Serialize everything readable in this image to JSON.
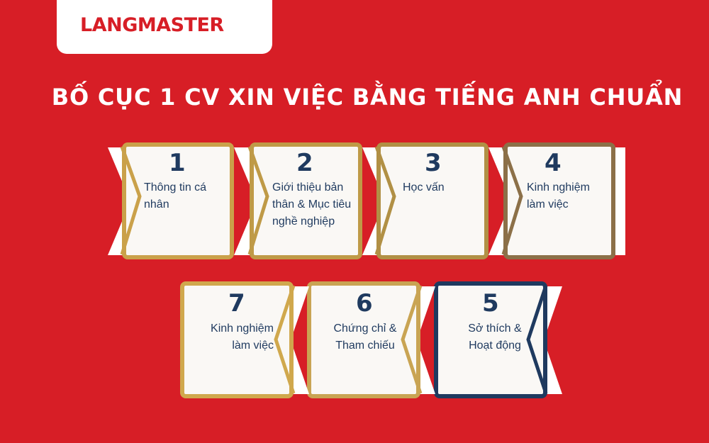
{
  "brand": {
    "logo_text": "LANGMASTER"
  },
  "title": "BỐ CỤC 1 CV XIN VIỆC BẰNG TIẾNG ANH CHUẨN",
  "steps": [
    {
      "number": "1",
      "label": "Thông tin cá nhân",
      "border_color": "#caa14a"
    },
    {
      "number": "2",
      "label": "Giới thiệu bản thân & Mục tiêu nghề nghiệp",
      "border_color": "#bf9a47"
    },
    {
      "number": "3",
      "label": "Học vấn",
      "border_color": "#b19045"
    },
    {
      "number": "4",
      "label": "Kinh nghiệm làm việc",
      "border_color": "#8c7048"
    },
    {
      "number": "5",
      "label": "Sở thích & Hoạt động",
      "border_color": "#1f3a5f"
    },
    {
      "number": "6",
      "label": "Chứng chỉ & Tham chiếu",
      "border_color": "#c9a453"
    },
    {
      "number": "7",
      "label": "Kinh nghiệm làm việc",
      "border_color": "#d0a84d"
    }
  ],
  "colors": {
    "background": "#d71e26",
    "text": "#1f3a5f",
    "card": "#faf8f5",
    "arrow": "#ffffff"
  }
}
